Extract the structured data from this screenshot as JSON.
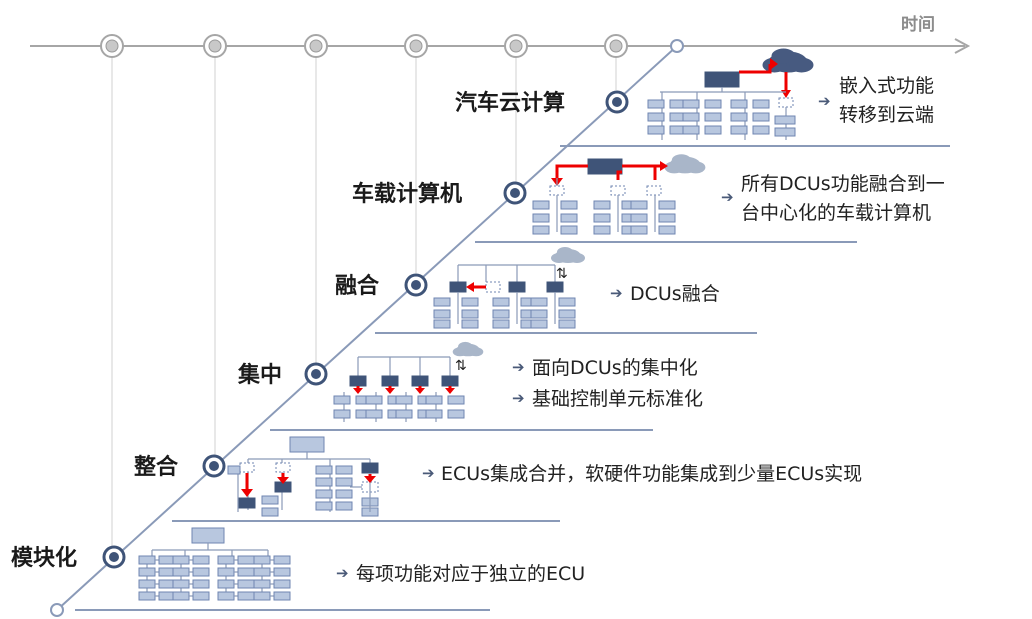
{
  "timeline": {
    "label": "时间",
    "axis_color": "#a6a6a6",
    "tick_count": 6
  },
  "colors": {
    "box_fill": "#b8c7df",
    "box_stroke": "#6f86b0",
    "dark_box": "#3f5478",
    "arrow": "#ee0000",
    "line": "#8a9ab8",
    "cloud": "#a9b6c9",
    "cloud_dark": "#475a80",
    "stage_node": "#3f5478"
  },
  "stages": [
    {
      "label": "模块化",
      "arrow_glyph": "➔",
      "lines": [
        "每项功能对应于独立的ECU"
      ],
      "icon": "independent-ecu-tree-icon"
    },
    {
      "label": "整合",
      "arrow_glyph": "➔",
      "lines": [
        "ECUs集成合并，软硬件功能集成到少量ECUs实现"
      ],
      "icon": "merged-ecu-tree-icon"
    },
    {
      "label": "集中",
      "arrow_glyph": "➔",
      "lines": [
        "面向DCUs的集中化",
        "基础控制单元标准化"
      ],
      "icon": "dcu-centralized-icon"
    },
    {
      "label": "融合",
      "arrow_glyph": "➔",
      "lines": [
        "DCUs融合"
      ],
      "icon": "dcu-fusion-icon"
    },
    {
      "label": "车载计算机",
      "arrow_glyph": "➔",
      "lines": [
        "所有DCUs功能融合到一",
        "台中心化的车载计算机"
      ],
      "icon": "vehicle-computer-icon"
    },
    {
      "label": "汽车云计算",
      "arrow_glyph": "➔",
      "lines": [
        "嵌入式功能",
        "转移到云端"
      ],
      "icon": "cloud-computing-icon"
    }
  ]
}
